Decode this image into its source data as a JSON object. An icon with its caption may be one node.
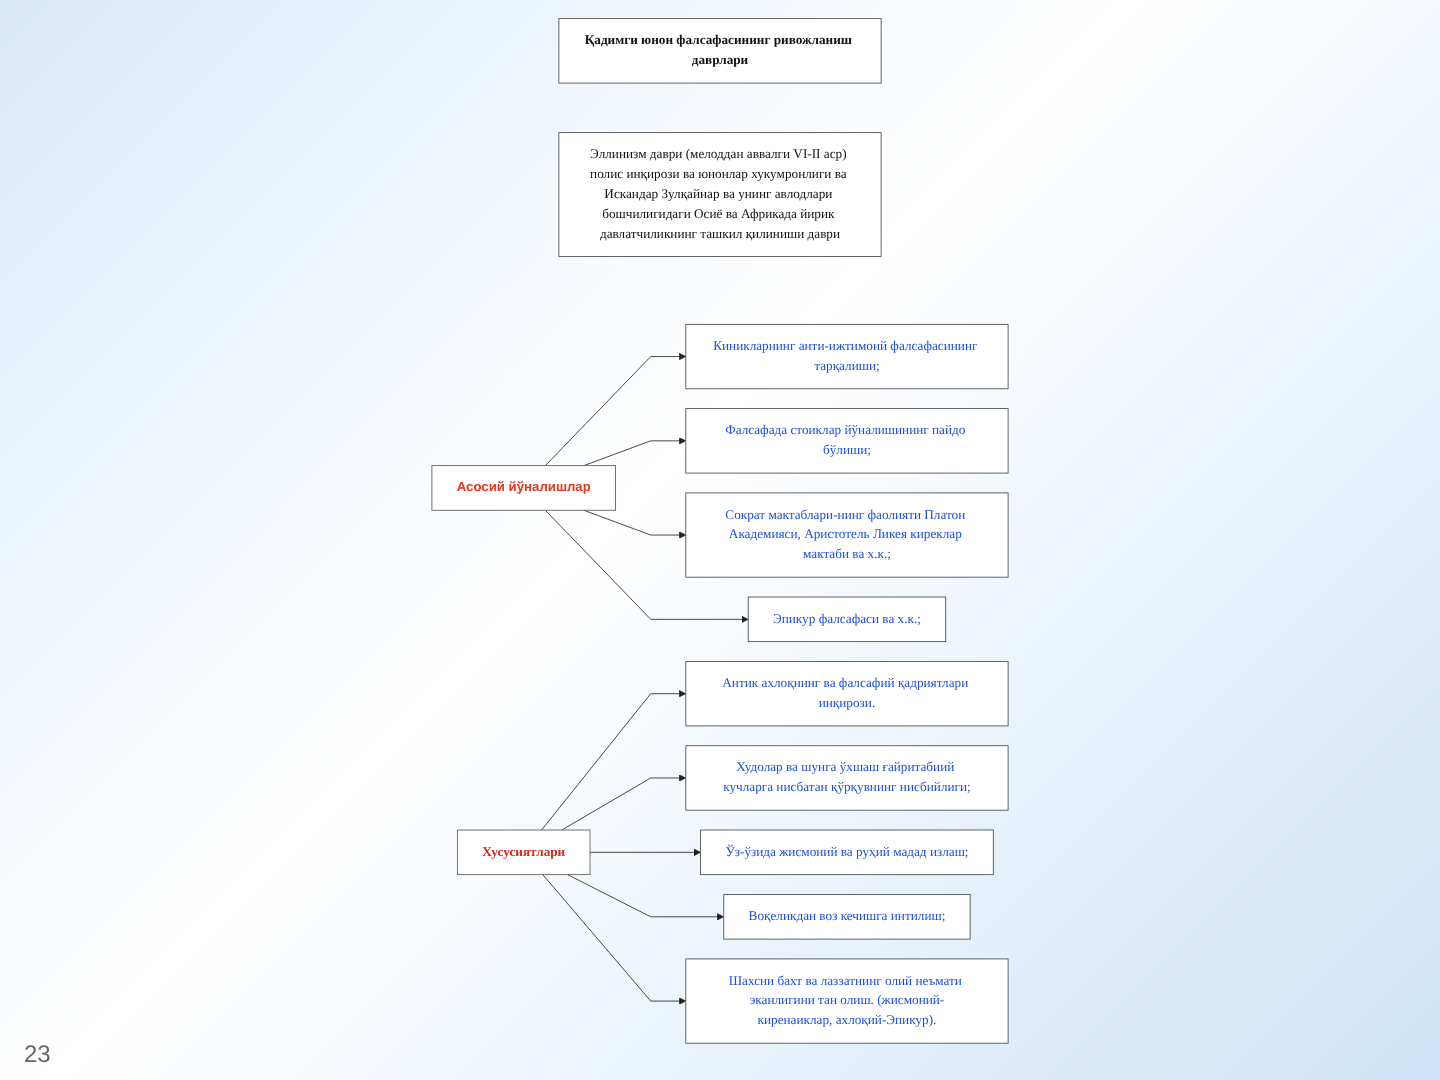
{
  "diagram": {
    "nodes": [
      {
        "text": [
          "Қадимги юнон фалсафасининг ривожланиш даврлари"
        ]
      },
      {
        "text": [
          "Эллинизм даври (мелоддан аввалги VI-II аср) полис инқирози ва юнонлар хукумронлиги ва Искандар Зулқайнар ва унинг авлодлари бошчилигидаги Осиё ва Африкада йирик давлатчиликнинг ташкил қилиниши даври"
        ]
      },
      {
        "text": [
          "Асосий йўналишлар"
        ]
      },
      {
        "text": [
          "Киникларнинг анти-ижтимоий фалсафасининг тарқалиши;"
        ]
      },
      {
        "text": [
          "Фалсафада стоиклар йўналишининг пайдо бўлиши;"
        ]
      },
      {
        "text": [
          "Сократ мактаблари-нинг фаолияти Платон Академияси, Аристотель Ликея киреклар мактаби ва х.к.;"
        ]
      },
      {
        "text": [
          "Эпикур фалсафаси ва х.к.;"
        ]
      },
      {
        "text": [
          "Хусусиятлари"
        ]
      },
      {
        "text": [
          "Антик ахлоқнинг ва фалсафий қадриятлари инқирози."
        ]
      },
      {
        "text": [
          "Худолар ва шунга ўхшаш ғайритабиий кучларга нисбатан қўрқувнинг нисбийлиги;"
        ]
      },
      {
        "text": [
          "Ўз-ўзида жисмоний ва руҳий мадад излаш;"
        ]
      },
      {
        "text": [
          "Воқеликдан воз кечишга интилиш;"
        ]
      },
      {
        "text": [
          "Шахсни бахт ва лаззатнинг олий неъмати эканлигини тан олиш. (жисмоний-киренаиклар, ахлоқий-Эпикур)."
        ]
      }
    ],
    "edges": [
      {
        "from": 2,
        "to": 3,
        "arrow": "to"
      },
      {
        "from": 2,
        "to": 4,
        "arrow": "to"
      },
      {
        "from": 2,
        "to": 5,
        "arrow": "to"
      },
      {
        "from": 2,
        "to": 6,
        "arrow": "to"
      },
      {
        "from": 7,
        "to": 8,
        "arrow": "to"
      },
      {
        "from": 7,
        "to": 9,
        "arrow": "to"
      },
      {
        "from": 7,
        "to": 10,
        "arrow": "to"
      },
      {
        "from": 7,
        "to": 11,
        "arrow": "to"
      },
      {
        "from": 7,
        "to": 12,
        "arrow": "to"
      }
    ],
    "labels": [
      "23"
    ]
  }
}
